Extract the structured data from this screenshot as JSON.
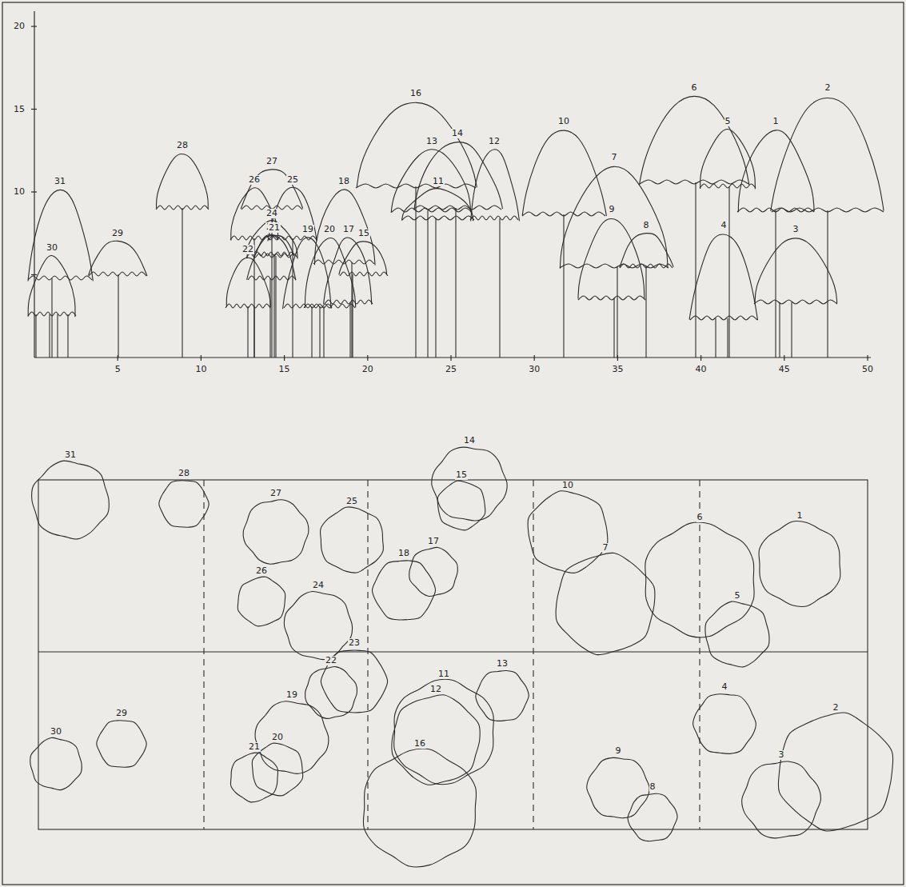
{
  "diagram": {
    "labels": [
      "20",
      "15",
      "10",
      "5",
      "10",
      "15",
      "20",
      "25",
      "30",
      "35",
      "40",
      "45",
      "50",
      "31",
      "30",
      "29",
      "28",
      "27",
      "26",
      "25",
      "24",
      "23",
      "22",
      "21",
      "20",
      "19",
      "18",
      "17",
      "16",
      "15",
      "14",
      "13",
      "12",
      "11",
      "10",
      "9",
      "8",
      "7",
      "6",
      "5",
      "4",
      "3",
      "2",
      "1",
      "31",
      "28",
      "27",
      "26",
      "25",
      "24",
      "23",
      "22",
      "21",
      "20",
      "19",
      "18",
      "17",
      "16",
      "15",
      "14",
      "13",
      "12",
      "11",
      "10",
      "9",
      "8",
      "7",
      "6",
      "5",
      "4",
      "3",
      "2",
      "1",
      "30",
      "29"
    ]
  }
}
